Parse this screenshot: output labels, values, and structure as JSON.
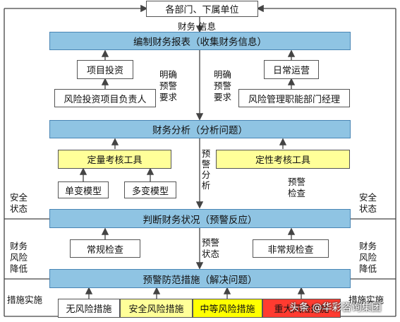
{
  "top_unit": "各部门、下属单位",
  "info_label": "财务  信息",
  "compile": "编制财务报表（收集财务信息）",
  "project_invest": "项目投资",
  "daily_ops": "日常运营",
  "invest_owner": "风险投资项目负责人",
  "risk_manager": "风险管理职能部门经理",
  "left_req": [
    "明确",
    "预警",
    "要求"
  ],
  "right_req": [
    "明确",
    "预警",
    "要求"
  ],
  "analysis": "财务分析（分析问题）",
  "quant_tool": "定量考核工具",
  "qual_tool": "定性考核工具",
  "early_analysis": [
    "预",
    "警",
    "分",
    "析"
  ],
  "single_model": "单变模型",
  "multi_model": "多变模型",
  "warn_check": [
    "预警",
    "检查"
  ],
  "safe_state_left": [
    "安全",
    "状态"
  ],
  "safe_state_right": [
    "安全",
    "状态"
  ],
  "judge": "判断财务状况（预警反应）",
  "regular_check": "常规检查",
  "irregular_check": "非常规检查",
  "warn_state": [
    "预警",
    "状态"
  ],
  "risk_reduce_left": [
    "财务",
    "风险",
    "降低"
  ],
  "risk_reduce_right": [
    "财务",
    "风险",
    "降低"
  ],
  "prevent": "预警防范措施（解决问题）",
  "measure_left": "措施实施",
  "measure_right": "措施实施",
  "no_risk": "无风险措施",
  "safe_risk": "安全风险措施",
  "mid_risk": "中等风险措施",
  "major_risk": "重大风险措施",
  "watermark": "头条 @华彩咨询集团",
  "colors": {
    "bar": "#8fc4e3",
    "yellow": "#ffff99",
    "mid": "#ffff00",
    "major": "#ff3b30"
  }
}
